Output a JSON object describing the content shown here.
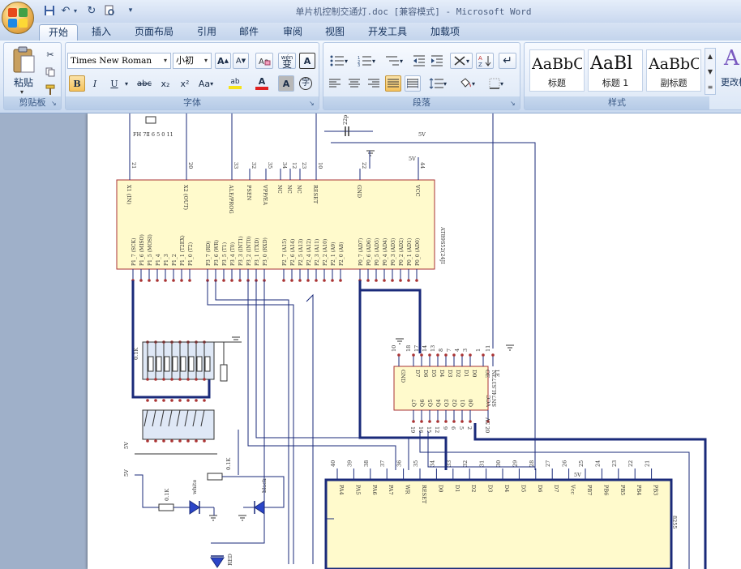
{
  "window": {
    "title": "单片机控制交通灯.doc [兼容模式] - Microsoft Word"
  },
  "quick_access": {
    "icons": [
      "save-icon",
      "undo-icon",
      "redo-icon",
      "print-preview-icon",
      "customize-icon"
    ]
  },
  "tabs": [
    {
      "label": "开始",
      "active": true
    },
    {
      "label": "插入"
    },
    {
      "label": "页面布局"
    },
    {
      "label": "引用"
    },
    {
      "label": "邮件"
    },
    {
      "label": "审阅"
    },
    {
      "label": "视图"
    },
    {
      "label": "开发工具"
    },
    {
      "label": "加载项"
    }
  ],
  "ribbon": {
    "clipboard": {
      "paste_label": "粘贴",
      "group_label": "剪贴板"
    },
    "font": {
      "font_name": "Times New Roman",
      "font_size": "小初",
      "group_label": "字体",
      "buttons": {
        "bold": "B",
        "italic": "I",
        "underline": "U",
        "strike": "abc",
        "subscript": "x₂",
        "superscript": "x²",
        "change_case": "Aa",
        "highlight": "ab",
        "font_color": "A",
        "shading": "A",
        "enclose": "字",
        "grow": "A",
        "shrink": "A",
        "pinyin": "wén",
        "clear": "A"
      }
    },
    "paragraph": {
      "group_label": "段落"
    },
    "styles": {
      "group_label": "样式",
      "items": [
        {
          "sample": "AaBbC",
          "name": "标题"
        },
        {
          "sample": "AaBl",
          "name": "标题 1"
        },
        {
          "sample": "AaBbC",
          "name": "副标题"
        }
      ],
      "change_styles_label": "更改样"
    }
  },
  "colors": {
    "wire": "#1a2a7a",
    "chip_fill": "#fffacc",
    "chip_border": "#a33",
    "highlight_yellow": "#f5e31a",
    "font_red": "#e02020"
  },
  "schematic": {
    "crystal_label": "FH 7Ⅱ 6 5 0 11",
    "cap_label": "22p",
    "mcu": {
      "part": "AT89S52(24JI",
      "top_pins": [
        {
          "num": "21",
          "name": "X1 (IN)"
        },
        {
          "num": "20",
          "name": "X2 (OUT)"
        },
        {
          "num": "33",
          "name": "ALE/PROG"
        },
        {
          "num": "32",
          "name": "PSEN"
        },
        {
          "num": "35",
          "name": "VPP/EA"
        },
        {
          "num": "34",
          "name": "NC"
        },
        {
          "num": "12",
          "name": "NC"
        },
        {
          "num": "23",
          "name": "NC"
        },
        {
          "num": "10",
          "name": "RESET"
        },
        {
          "num": "22",
          "name": "GND"
        },
        {
          "num": "44",
          "name": "VCC"
        }
      ],
      "p1_pins": [
        "P1_7 (SCK)",
        "P1_6 (MISO)",
        "P1_5 (MOSI)",
        "P1_4",
        "P1_3",
        "P1_2",
        "P1_1 (T2EX)",
        "P1_0 (T2)"
      ],
      "p3_pins": [
        "P3_7 (RD)",
        "P3_6 (WR)",
        "P3_5 (T1)",
        "P3_4 (T0)",
        "P3_3 (INT1)",
        "P3_2 (INT0)",
        "P3_1 (TXD)",
        "P3_0 (RXD)"
      ],
      "p2_pins": [
        "P2_7 (A15)",
        "P2_6 (A14)",
        "P2_5 (A13)",
        "P2_4 (A12)",
        "P2_3 (A11)",
        "P2_2 (A10)",
        "P2_1 (A9)",
        "P2_0 (A8)"
      ],
      "p0_pins": [
        "P0_7 (AD7)",
        "P0_6 (AD6)",
        "P0_5 (AD5)",
        "P0_4 (AD4)",
        "P0_3 (AD3)",
        "P0_2 (AD2)",
        "P0_1 (AD1)",
        "P0_0 (AD0)"
      ]
    },
    "latch": {
      "part": "SN74LS373N",
      "top_pins": [
        "GND",
        "D7",
        "D6",
        "D5",
        "D4",
        "D3",
        "D2",
        "D1",
        "D0",
        "OE",
        "LE"
      ],
      "bottom_pins": [
        "Q7",
        "Q6",
        "Q5",
        "Q4",
        "Q3",
        "Q2",
        "Q1",
        "Q0",
        "VCC"
      ],
      "top_nums": [
        "10",
        "18",
        "17",
        "14",
        "13",
        "8",
        "7",
        "4",
        "3",
        "1",
        "11"
      ],
      "bottom_nums": [
        "19",
        "16",
        "15",
        "12",
        "9",
        "6",
        "5",
        "2",
        "20"
      ]
    },
    "ppi": {
      "part": "8255",
      "pins": [
        "PA4",
        "PA5",
        "PA6",
        "PA7",
        "WR",
        "RESET",
        "D0",
        "D1",
        "D2",
        "D3",
        "D4",
        "D5",
        "D6",
        "D7",
        "Vcc",
        "PB7",
        "PB6",
        "PB5",
        "PB4",
        "PB3"
      ],
      "nums": [
        "40",
        "39",
        "38",
        "37",
        "36",
        "35",
        "34",
        "33",
        "32",
        "31",
        "30",
        "29",
        "28",
        "27",
        "26",
        "25",
        "24",
        "23",
        "22",
        "21"
      ]
    },
    "labels": {
      "v5": "5V",
      "r_01k": "0.1K",
      "white": "white",
      "black": "black",
      "red": "RED"
    }
  }
}
